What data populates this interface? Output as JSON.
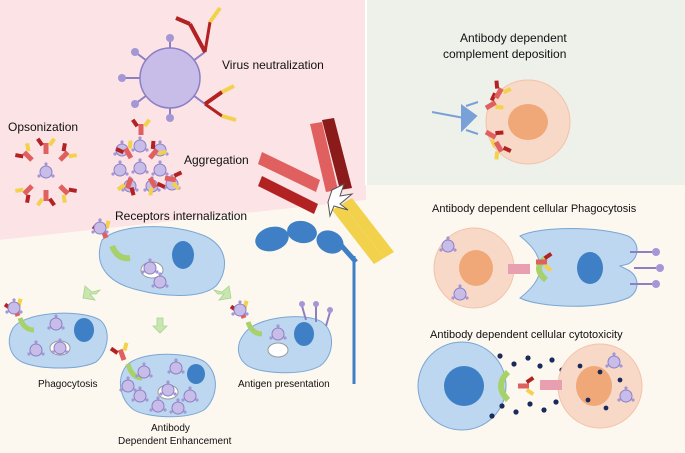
{
  "labels": {
    "virus_neutralization": "Virus neutralization",
    "opsonization": "Opsonization",
    "aggregation": "Aggregation",
    "receptors_internalization": "Receptors internalization",
    "phagocytosis": "Phagocytosis",
    "ade_line1": "Antibody",
    "ade_line2": "Dependent Enhancement",
    "antigen_presentation": "Antigen presentation",
    "adcd_line1": "Antibody dependent",
    "adcd_line2": "complement deposition",
    "adcp": "Antibody dependent cellular Phagocytosis",
    "adcc": "Antibody dependent  cellular cytotoxicity"
  },
  "colors": {
    "pink_region": "#fbe3e6",
    "grey_region": "#eef0ea",
    "cream_region": "#fdf8ef",
    "cell": "#bcd7ef",
    "nucleus": "#3f7fc6",
    "virus": "#c7bde8",
    "antibody_red": "#b22222",
    "antibody_yellow": "#f2d24c",
    "receptor_green": "#a7d26b",
    "apc_cell": "#f8d9c8",
    "apc_nucleus": "#f0a878",
    "complement": "#7aa0d8",
    "arrow_green": "#c8e6b0"
  }
}
